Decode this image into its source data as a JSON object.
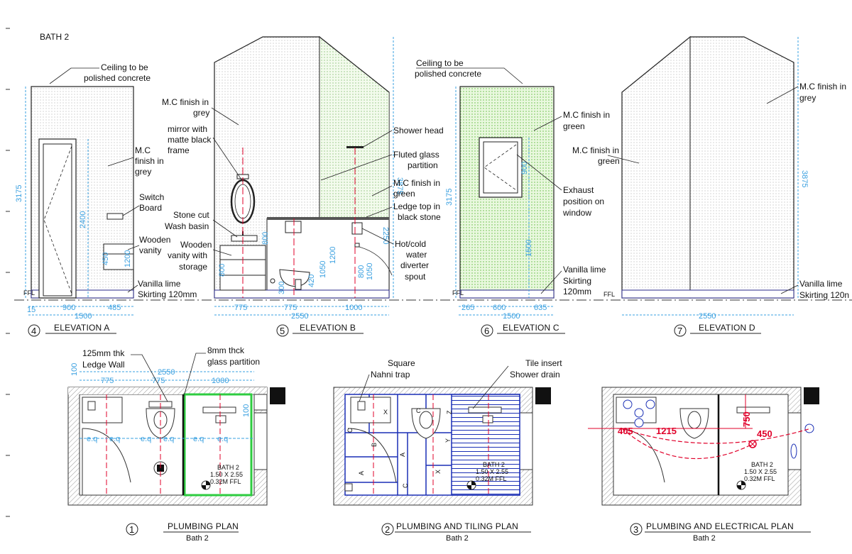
{
  "sheet_title": "BATH 2",
  "elevations": [
    {
      "number": "4",
      "title": "ELEVATION A"
    },
    {
      "number": "5",
      "title": "ELEVATION B"
    },
    {
      "number": "6",
      "title": "ELEVATION C"
    },
    {
      "number": "7",
      "title": "ELEVATION D"
    }
  ],
  "plans": [
    {
      "number": "1",
      "title": "PLUMBING PLAN",
      "sub": "Bath 2"
    },
    {
      "number": "2",
      "title": "PLUMBING AND TILING PLAN",
      "sub": "Bath 2"
    },
    {
      "number": "3",
      "title": "PLUMBING AND ELECTRICAL PLAN",
      "sub": "Bath 2"
    }
  ],
  "labels": {
    "ceiling_a_1": "Ceiling to be",
    "ceiling_a_2": "polished concrete",
    "mc_grey_a_1": "M.C",
    "mc_grey_a_2": "finish in",
    "mc_grey_a_3": "grey",
    "switch_1": "Switch",
    "switch_2": "Board",
    "wooden_vanity_1": "Wooden",
    "wooden_vanity_2": "vanity",
    "vanilla_a_1": "Vanilla lime",
    "vanilla_a_2": "Skirting 120mm",
    "mc_grey_b_1": "M.C finish in",
    "mc_grey_b_2": "grey",
    "mirror_1": "mirror with",
    "mirror_2": "matte black",
    "mirror_3": "frame",
    "stone_1": "Stone cut",
    "stone_2": "Wash basin",
    "wvs_1": "Wooden",
    "wvs_2": "vanity with",
    "wvs_3": "storage",
    "shower_head": "Shower head",
    "fluted_1": "Fluted glass",
    "fluted_2": "partition",
    "mc_green_b_1": "M.C finish in",
    "mc_green_b_2": "green",
    "ledge_1": "Ledge top in",
    "ledge_2": "black stone",
    "hotcold_1": "Hot/cold",
    "hotcold_2": "water",
    "hotcold_3": "diverter",
    "hotcold_4": "spout",
    "ceiling_c_1": "Ceiling to be",
    "ceiling_c_2": "polished concrete",
    "mc_green_c_1": "M.C finish in",
    "mc_green_c_2": "green",
    "exhaust_1": "Exhaust",
    "exhaust_2": "position on",
    "exhaust_3": "window",
    "vanilla_c_1": "Vanilla lime",
    "vanilla_c_2": "Skirting",
    "vanilla_c_3": "120mm",
    "mc_grey_d_1": "M.C finish in",
    "mc_grey_d_2": "grey",
    "mc_green_d_1": "M.C finish in",
    "mc_green_d_2": "green",
    "vanilla_d_1": "Vanilla lime",
    "vanilla_d_2": "Skirting 120n",
    "ledge_wall_1": "125mm thk",
    "ledge_wall_2": "Ledge Wall",
    "glass_1": "8mm thck",
    "glass_2": "glass partition",
    "nahni_1": "Square",
    "nahni_2": "Nahni trap",
    "tile_1": "Tile insert",
    "tile_2": "Shower drain",
    "ffl": "FFL",
    "eq": "e.q",
    "bath_1": "BATH 2",
    "bath_2": "1.50 X 2.55",
    "bath_3": "0.32M FFL"
  },
  "dims": {
    "a_900": "900",
    "a_485": "485",
    "a_15": "15",
    "a_1500": "1500",
    "a_3175": "3175",
    "a_2400": "2400",
    "a_450": "450",
    "a_1200": "1200",
    "b_775a": "775",
    "b_775b": "775",
    "b_1000": "1000",
    "b_2550": "2550",
    "b_3875": "3875",
    "b_800a": "800",
    "b_800b": "800",
    "b_300": "300",
    "b_420": "420",
    "b_1050a": "1050",
    "b_1200": "1200",
    "b_1050b": "1050",
    "b_2250": "2250",
    "c_265": "265",
    "c_600": "600",
    "c_635": "635",
    "c_1500": "1500",
    "c_3175": "3175",
    "c_900": "900",
    "c_1500v": "1500",
    "d_2550": "2550",
    "d_3875": "3875",
    "p_2550": "2550",
    "p_775a": "775",
    "p_775b": "775",
    "p_1000": "1000",
    "p_100a": "100",
    "p_100b": "100",
    "e_405": "405",
    "e_1215": "1215",
    "e_750": "750",
    "e_450": "450"
  },
  "tile_letters": {
    "a": "A",
    "b": "B",
    "c": "C",
    "x": "X",
    "y": "Y",
    "z": "Z"
  },
  "colors": {
    "dimension": "#3aa0e0",
    "centerline": "#e0002a",
    "green_finish": "#7ed957",
    "tiling": "#1a2fb5",
    "plan_highlight": "#2ecc40",
    "electrical": "#e0002a"
  }
}
